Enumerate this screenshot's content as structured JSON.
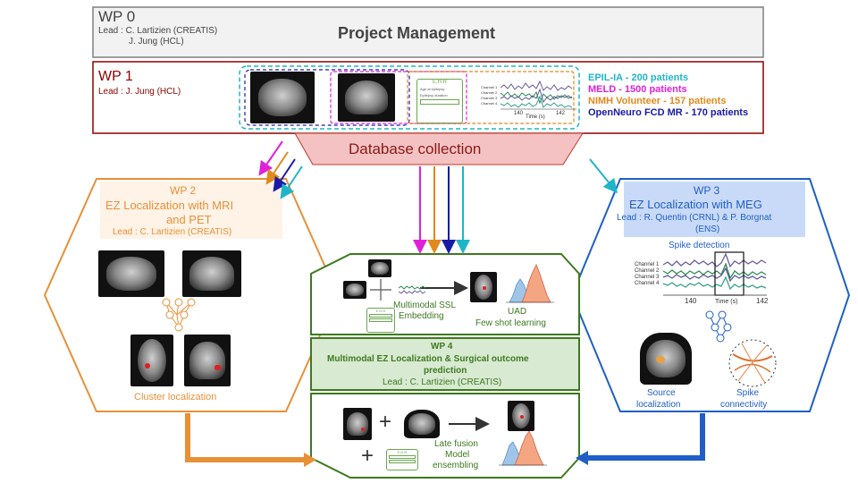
{
  "wp0": {
    "tag": "WP 0",
    "lead_line1": "Lead : C. Lartizien (CREATIS)",
    "lead_line2": "J. Jung (HCL)",
    "title": "Project Management"
  },
  "wp1": {
    "tag": "WP 1",
    "lead": "Lead : J. Jung (HCL)",
    "ehr_label": "E.H.R",
    "ehr_rows": [
      "Age at epilepsy",
      "Epilepsy duration",
      ""
    ],
    "channels": [
      "Channel 1",
      "Channel 2",
      "Channel 3",
      "Channel 4"
    ],
    "time_ticks": [
      "140",
      "142"
    ],
    "time_label": "Time (s)"
  },
  "datasets": [
    {
      "text": "EPIL-IA - 200 patients",
      "color": "#1fb5c9"
    },
    {
      "text": "MELD - 1500 patients",
      "color": "#e020d8"
    },
    {
      "text": "NIMH Volunteer - 157 patients",
      "color": "#e08a1e"
    },
    {
      "text": "OpenNeuro FCD MR - 170 patients",
      "color": "#1a1aa8"
    }
  ],
  "database_label": "Database collection",
  "wp2": {
    "tag": "WP 2",
    "title_line1": "EZ Localization with MRI",
    "title_line2": "and PET",
    "lead": "Lead : C. Lartizien (CREATIS)",
    "caption": "Cluster localization",
    "color": "#e69138"
  },
  "wp3": {
    "tag": "WP 3",
    "title": "EZ Localization with MEG",
    "lead_line1": "Lead : R. Quentin (CRNL) & P. Borgnat",
    "lead_line2": "(ENS)",
    "spike_label": "Spike detection",
    "channels": [
      "Channel 1",
      "Channel 2",
      "Channel 3",
      "Channel 4"
    ],
    "time_ticks": [
      "140",
      "142"
    ],
    "time_label": "Time (s)",
    "caption_left_1": "Source",
    "caption_left_2": "localization",
    "caption_right_1": "Spike",
    "caption_right_2": "connectivity",
    "color": "#1f5fc7"
  },
  "wp4": {
    "tag": "WP 4",
    "title_line1": "Multimodal EZ Localization & Surgical outcome",
    "title_line2": "prediction",
    "lead": "Lead : C. Lartizien (CREATIS)",
    "ssl_line1": "Multimodal SSL",
    "ssl_line2": "Embedding",
    "uad_line1": "UAD",
    "uad_line2": "Few shot learning",
    "fusion_line1": "Late fusion",
    "fusion_line2": "Model",
    "fusion_line3": "ensembling",
    "ehr_label": "E.H.R",
    "color": "#3d7a1f"
  },
  "colors": {
    "wp0_border": "#7f7f7f",
    "wp1_border": "#8b0000",
    "db_fill": "#f4c2c2",
    "db_stroke": "#c0392b",
    "wp3_header": "#c9daf8",
    "wp4_header": "#d9ead3"
  }
}
